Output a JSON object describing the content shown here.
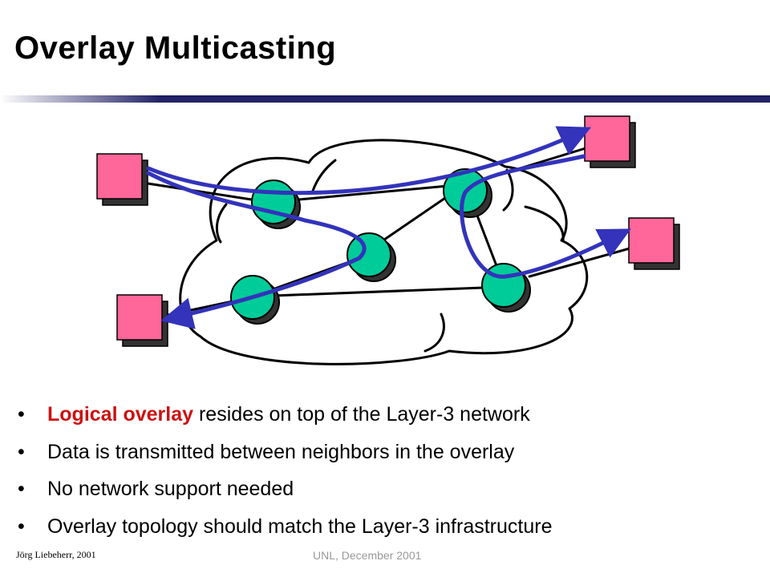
{
  "slide": {
    "title": "Overlay Multicasting"
  },
  "colors": {
    "title_rule": "#222266",
    "host": "#ff6699",
    "router": "#00cc99",
    "overlay_path": "#3333bb",
    "highlight": "#cc1111",
    "footer_center": "#999999"
  },
  "diagram": {
    "icons": [
      "cloud-icon",
      "router-icon",
      "host-icon",
      "arrow-icon"
    ]
  },
  "bullets": [
    {
      "marker": "•",
      "highlight": "Logical overlay",
      "text": " resides on top of the  Layer-3 network"
    },
    {
      "marker": "•",
      "highlight": "",
      "text": "Data is transmitted between neighbors in the overlay"
    },
    {
      "marker": "•",
      "highlight": "",
      "text": "No network support needed"
    },
    {
      "marker": "•",
      "highlight": "",
      "text": "Overlay topology should match the Layer-3 infrastructure"
    }
  ],
  "footer": {
    "author": "Jörg Liebeherr, 2001",
    "event": "UNL, December 2001"
  }
}
